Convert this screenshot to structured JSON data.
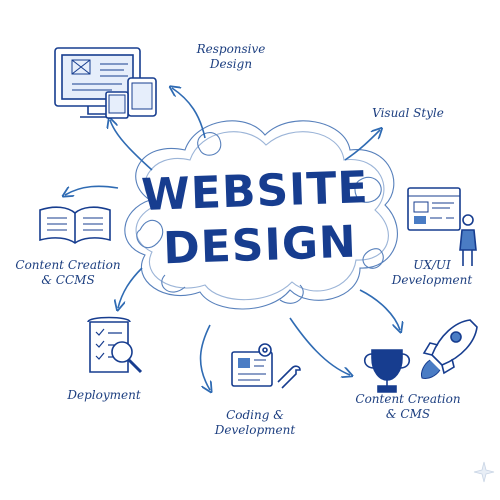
{
  "center": {
    "line1": "WEBSITE",
    "line2": "DESIGN"
  },
  "nodes": {
    "responsive": "Responsive\nDesign",
    "visual_style": "Visual Style",
    "content_left": "Content Creation\n& CCMS",
    "uxui": "UX/UI\nDevelopment",
    "deployment": "Deployment",
    "coding": "Coding &\nDevelopment",
    "content_right": "Content Creation\n& CMS"
  },
  "colors": {
    "ink": "#173d8f",
    "light_ink": "#4a7cc4",
    "arrow": "#2f6bb3",
    "trophy": "#173d8f"
  },
  "icons": [
    "devices-icon",
    "open-book-icon",
    "checklist-magnifier-icon",
    "code-wrench-icon",
    "trophy-icon",
    "rocket-icon",
    "wireframe-person-icon",
    "sparkle-icon"
  ]
}
